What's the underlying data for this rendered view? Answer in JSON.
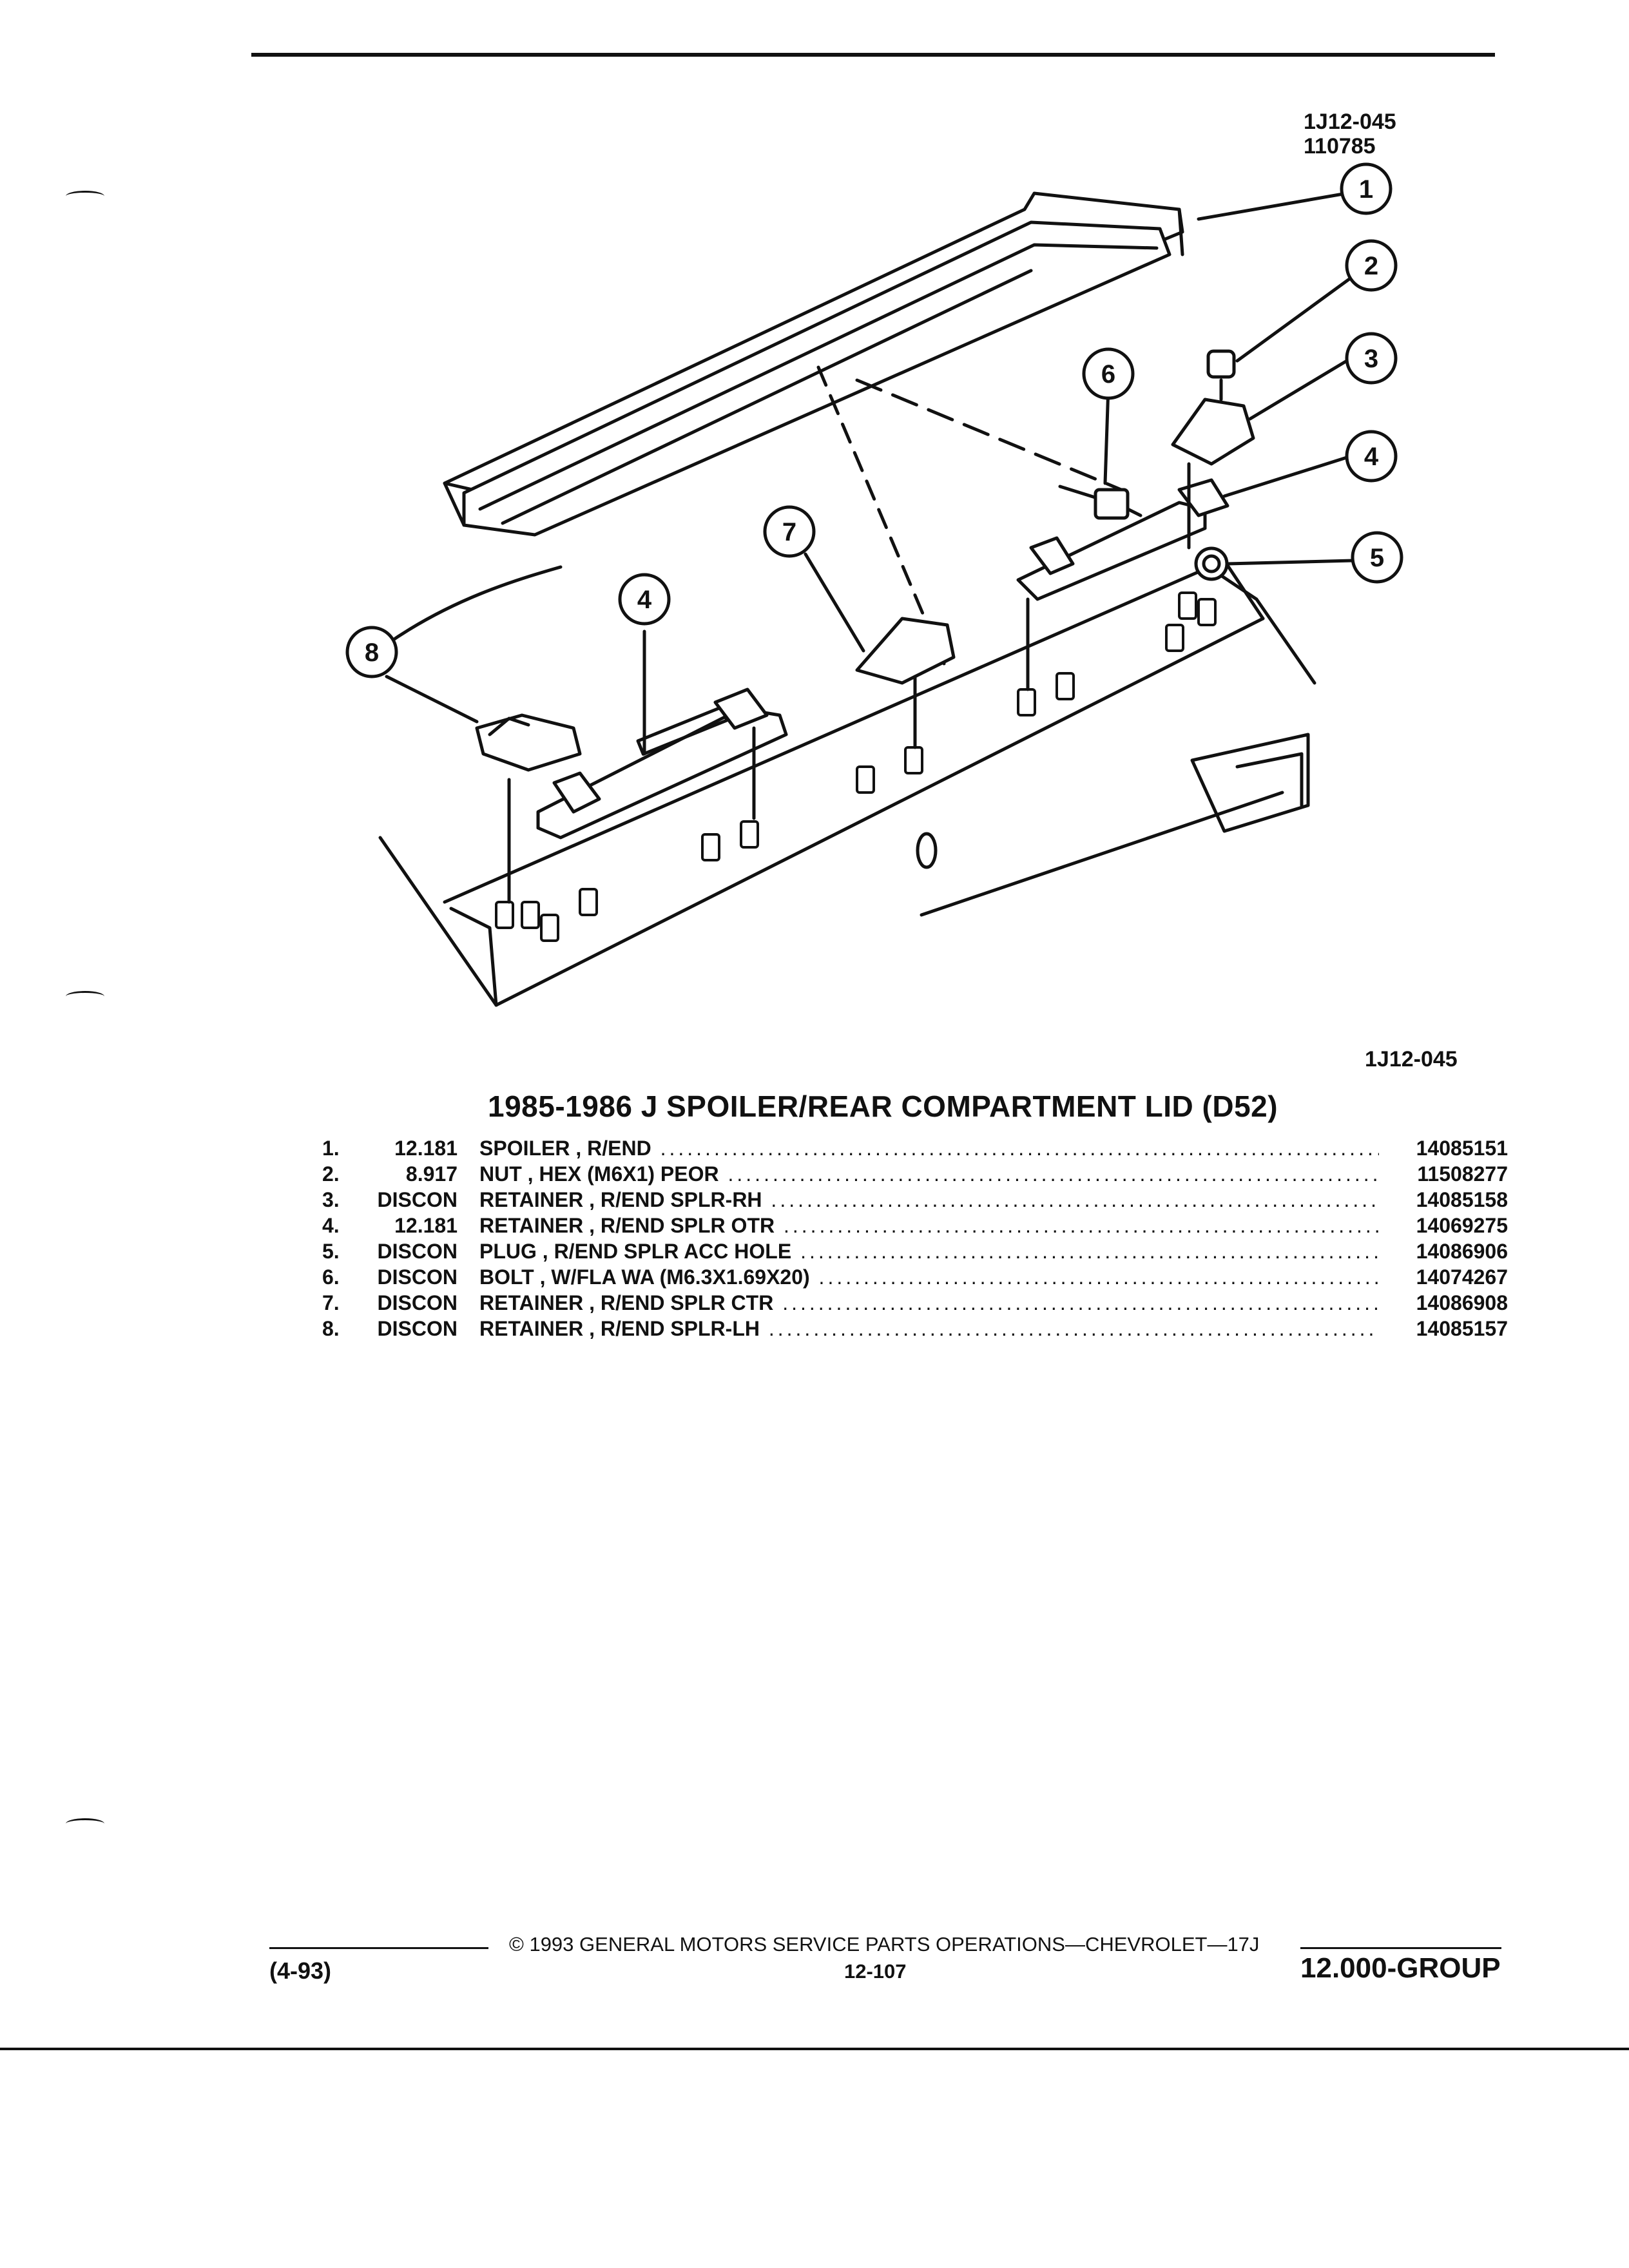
{
  "header": {
    "illustration_code": "1J12-045",
    "illustration_date": "110785"
  },
  "figure": {
    "caption_code": "1J12-045",
    "callouts": [
      "1",
      "2",
      "3",
      "4",
      "5",
      "6",
      "7",
      "8",
      "4"
    ]
  },
  "section_title": "1985-1986 J SPOILER/REAR COMPARTMENT LID (D52)",
  "parts": [
    {
      "index": "1.",
      "group": "12.181",
      "description": "SPOILER , R/END",
      "part_number": "14085151"
    },
    {
      "index": "2.",
      "group": "8.917",
      "description": "NUT , HEX (M6X1) PEOR",
      "part_number": "11508277"
    },
    {
      "index": "3.",
      "group": "DISCON",
      "description": "RETAINER , R/END SPLR-RH",
      "part_number": "14085158"
    },
    {
      "index": "4.",
      "group": "12.181",
      "description": "RETAINER , R/END SPLR OTR",
      "part_number": "14069275"
    },
    {
      "index": "5.",
      "group": "DISCON",
      "description": "PLUG , R/END SPLR ACC HOLE",
      "part_number": "14086906"
    },
    {
      "index": "6.",
      "group": "DISCON",
      "description": "BOLT , W/FLA WA (M6.3X1.69X20)",
      "part_number": "14074267"
    },
    {
      "index": "7.",
      "group": "DISCON",
      "description": "RETAINER , R/END SPLR CTR",
      "part_number": "14086908"
    },
    {
      "index": "8.",
      "group": "DISCON",
      "description": "RETAINER , R/END SPLR-LH",
      "part_number": "14085157"
    }
  ],
  "footer": {
    "copyright": "© 1993 GENERAL MOTORS SERVICE PARTS OPERATIONS—CHEVROLET—17J",
    "page_number": "12-107",
    "revision": "(4-93)",
    "group": "12.000-GROUP"
  }
}
